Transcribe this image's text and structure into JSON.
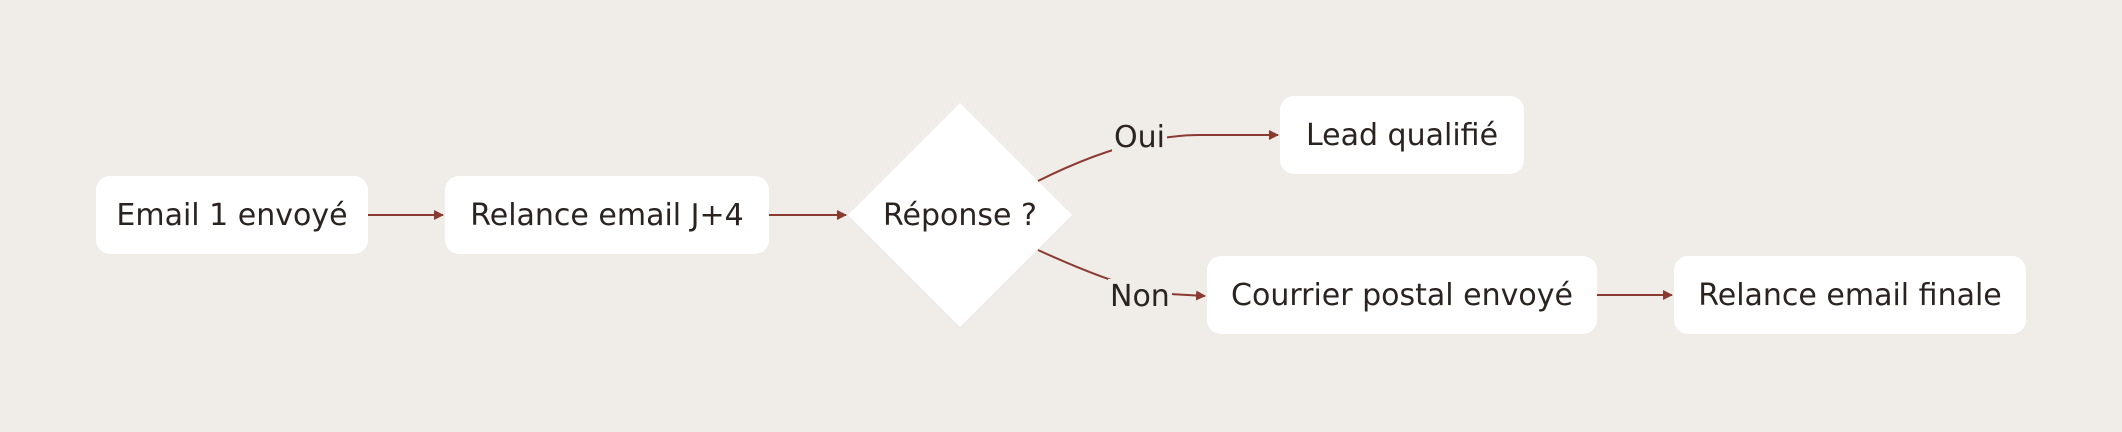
{
  "nodes": {
    "email1": "Email 1 envoyé",
    "relance_j4": "Relance email J+4",
    "decision": "Réponse ?",
    "lead": "Lead qualifié",
    "courrier": "Courrier postal envoyé",
    "finale": "Relance email finale"
  },
  "edge_labels": {
    "yes": "Oui",
    "no": "Non"
  },
  "colors": {
    "background": "#f0ede8",
    "node_fill": "#ffffff",
    "arrow": "#8b3a32",
    "text": "#2a2320"
  }
}
